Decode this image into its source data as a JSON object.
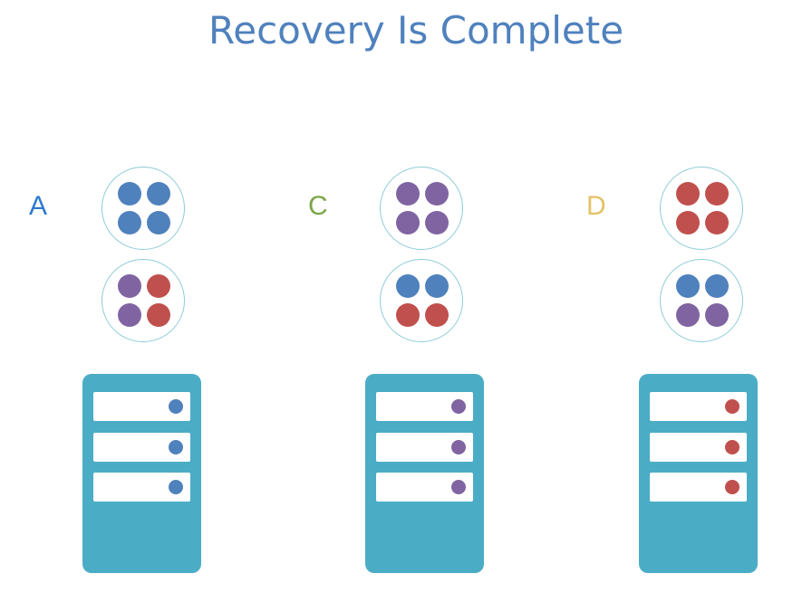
{
  "title": "Recovery Is Complete",
  "colors": {
    "title": "#4f81bd",
    "blue_dot": "#4f81bd",
    "purple_dot": "#8064a2",
    "red_dot": "#c0504d",
    "server": "#4bacc6",
    "bubble_border": "#8ccbd8"
  },
  "nodes": [
    {
      "label": "A",
      "label_color": "#2e7ad1",
      "top_bubble": [
        "blue",
        "blue",
        "blue",
        "blue"
      ],
      "bottom_bubble": [
        "purple",
        "red",
        "purple",
        "red"
      ],
      "drive_leds": [
        "blue",
        "blue",
        "blue"
      ]
    },
    {
      "label": "C",
      "label_color": "#7aa545",
      "top_bubble": [
        "purple",
        "purple",
        "purple",
        "purple"
      ],
      "bottom_bubble": [
        "blue",
        "blue",
        "red",
        "red"
      ],
      "drive_leds": [
        "purple",
        "purple",
        "purple"
      ]
    },
    {
      "label": "D",
      "label_color": "#e3c266",
      "top_bubble": [
        "red",
        "red",
        "red",
        "red"
      ],
      "bottom_bubble": [
        "blue",
        "blue",
        "purple",
        "purple"
      ],
      "drive_leds": [
        "red",
        "red",
        "red"
      ]
    }
  ]
}
